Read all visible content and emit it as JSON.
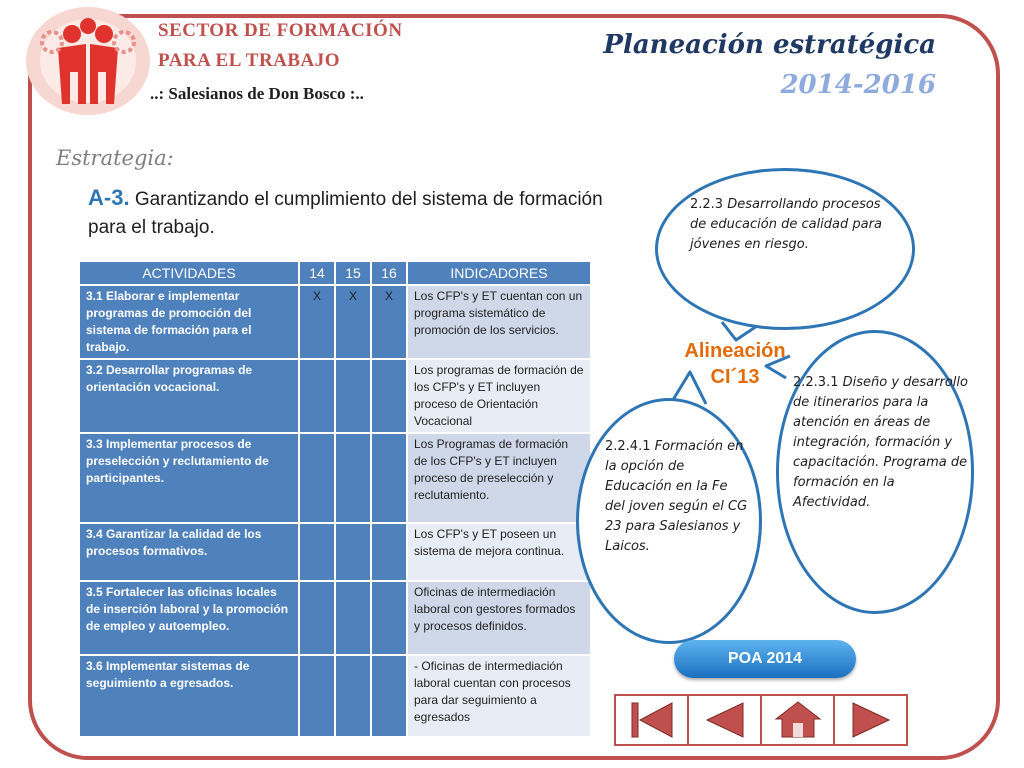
{
  "colors": {
    "frame": "#c0504d",
    "brand_red": "#c0504d",
    "title_navy": "#1f3864",
    "table_blue": "#4f81bd",
    "bubble_border": "#2e75b6",
    "alignment_orange": "#e36c09"
  },
  "header": {
    "logo_icon": "salesian-people-gear-logo",
    "org_line1": "SECTOR DE FORMACIÓN",
    "org_line2": "PARA EL TRABAJO",
    "org_line3": "..: Salesianos de Don Bosco :..",
    "title": "Planeación estratégica",
    "subtitle": "2014-2016"
  },
  "strategy": {
    "label": "Estrategia:",
    "code": "A-3.",
    "text": " Garantizando el cumplimiento  del sistema  de formación para el trabajo."
  },
  "table": {
    "headers": [
      "ACTIVIDADES",
      "14",
      "15",
      "16",
      "INDICADORES"
    ],
    "rows": [
      {
        "activity": "3.1 Elaborar e implementar programas de promoción del sistema de formación para el trabajo.",
        "y14": "X",
        "y15": "X",
        "y16": "X",
        "indicator": "Los CFP's y ET cuentan con un programa sistemático de promoción de los servicios."
      },
      {
        "activity": "3.2 Desarrollar programas de orientación vocacional.",
        "y14": "",
        "y15": "",
        "y16": "",
        "indicator": "Los programas de formación de los CFP's y ET incluyen proceso de Orientación Vocacional"
      },
      {
        "activity": "3.3 Implementar procesos de preselección y reclutamiento de participantes.",
        "y14": "",
        "y15": "",
        "y16": "",
        "indicator": "Los Programas de formación de los CFP's y ET incluyen proceso de preselección y reclutamiento."
      },
      {
        "activity": "3.4 Garantizar la calidad de los procesos formativos.",
        "y14": "",
        "y15": "",
        "y16": "",
        "indicator": "Los CFP's y ET poseen un sistema de mejora continua."
      },
      {
        "activity": "3.5 Fortalecer las oficinas locales de inserción laboral y la promoción de empleo y autoempleo.",
        "y14": "",
        "y15": "",
        "y16": "",
        "indicator": "Oficinas de intermediación laboral con gestores formados y procesos definidos."
      },
      {
        "activity": "3.6 Implementar sistemas de seguimiento a egresados.",
        "y14": "",
        "y15": "",
        "y16": "",
        "indicator": "- Oficinas de intermediación laboral cuentan con procesos para dar seguimiento a egresados"
      }
    ]
  },
  "alignment": {
    "line1": "Alineación",
    "line2": "CI´13"
  },
  "bubbles": {
    "b1_code": "2.2.3",
    "b1_text": " Desarrollando procesos de educación de calidad para jóvenes en riesgo.",
    "b2_code": "2.2.4.1",
    "b2_text": " Formación en la opción de Educación en la Fe del joven según el CG 23 para Salesianos y Laicos.",
    "b3_code": "2.2.3.1",
    "b3_text": " Diseño y desarrollo de itinerarios para la atención en áreas de integración, formación y capacitación. Programa de formación en la Afectividad."
  },
  "poa_button": {
    "label": "POA 2014"
  },
  "nav": {
    "first_icon": "first-slide-icon",
    "prev_icon": "previous-slide-icon",
    "home_icon": "home-icon",
    "next_icon": "next-slide-icon"
  }
}
